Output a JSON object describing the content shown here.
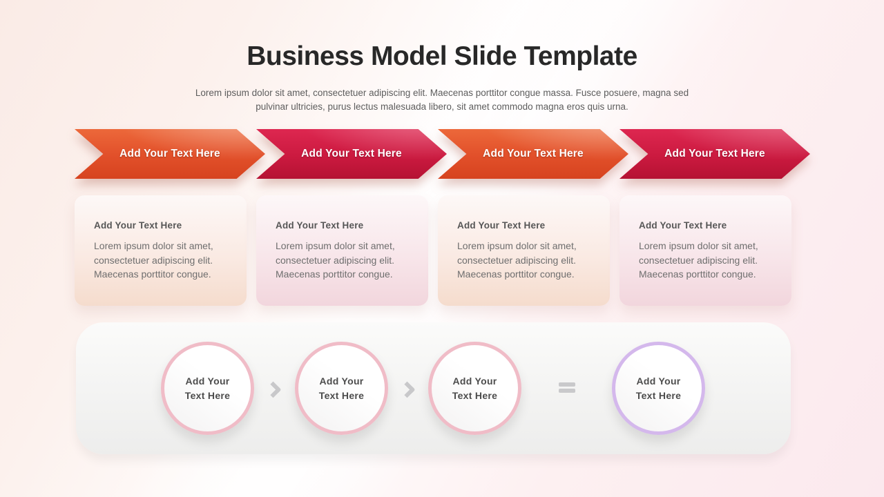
{
  "header": {
    "title": "Business Model Slide Template",
    "subtitle_line1": "Lorem ipsum dolor sit amet, consectetuer adipiscing elit. Maecenas porttitor congue massa. Fusce posuere, magna sed",
    "subtitle_line2": "pulvinar ultricies, purus lectus malesuada libero, sit amet commodo magna eros quis urna."
  },
  "arrows": [
    {
      "label": "Add Your Text Here",
      "theme": "orange",
      "color": "#e2502a"
    },
    {
      "label": "Add Your Text Here",
      "theme": "crimson",
      "color": "#cc1a40"
    },
    {
      "label": "Add Your Text Here",
      "theme": "orange",
      "color": "#e2502a"
    },
    {
      "label": "Add Your Text Here",
      "theme": "crimson",
      "color": "#cc1a40"
    }
  ],
  "cards": [
    {
      "title": "Add Your Text Here",
      "body": "Lorem ipsum dolor sit amet, consectetuer adipiscing elit. Maecenas porttitor congue.",
      "theme": "peach"
    },
    {
      "title": "Add Your Text Here",
      "body": "Lorem ipsum dolor sit amet, consectetuer adipiscing elit. Maecenas porttitor congue.",
      "theme": "rose"
    },
    {
      "title": "Add Your Text Here",
      "body": "Lorem ipsum dolor sit amet, consectetuer adipiscing elit. Maecenas porttitor congue.",
      "theme": "peach"
    },
    {
      "title": "Add Your Text Here",
      "body": "Lorem ipsum dolor sit amet, consectetuer adipiscing elit. Maecenas porttitor congue.",
      "theme": "rose"
    }
  ],
  "process": {
    "circles": [
      {
        "line1": "Add Your",
        "line2": "Text Here",
        "border_color": "#f0bcc7"
      },
      {
        "line1": "Add Your",
        "line2": "Text Here",
        "border_color": "#f0bcc7"
      },
      {
        "line1": "Add Your",
        "line2": "Text Here",
        "border_color": "#f0bcc7"
      },
      {
        "line1": "Add Your",
        "line2": "Text Here",
        "border_color": "#d4b8ec"
      }
    ],
    "separators": [
      "chevron",
      "chevron",
      "equals"
    ]
  },
  "colors": {
    "background_tint": "#fbece8",
    "panel_gray": "#ededec",
    "separator_gray": "#c9c9cb"
  }
}
